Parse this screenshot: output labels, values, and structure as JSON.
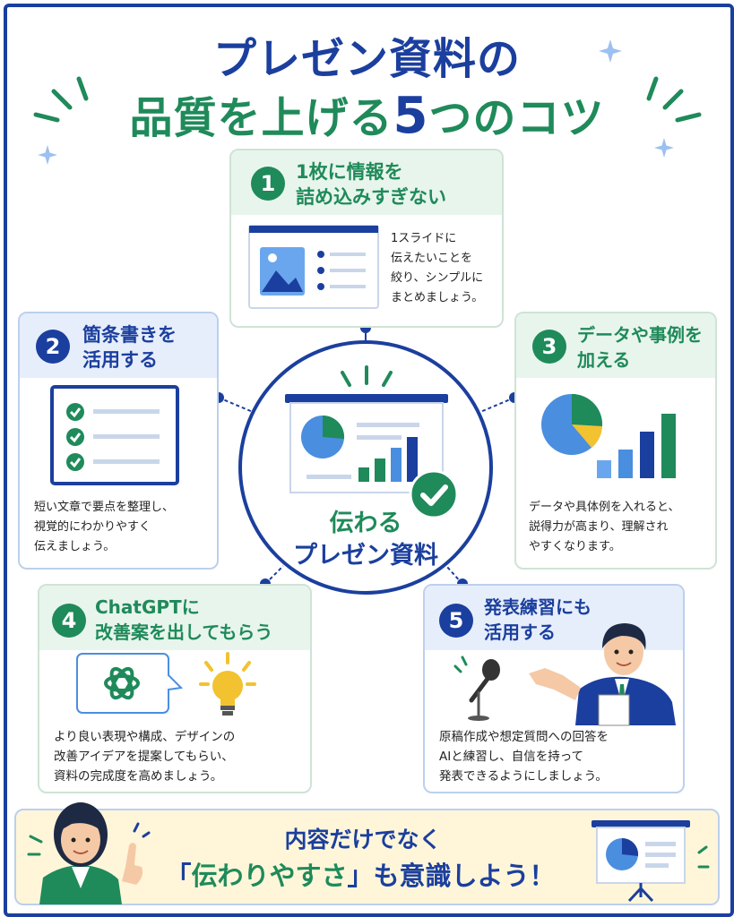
{
  "title": {
    "line1": "プレゼン資料の",
    "line2_a": "品質を上げる",
    "line2_num": "5",
    "line2_b": "つのコツ"
  },
  "center": {
    "line1": "伝わる",
    "line2": "プレゼン資料"
  },
  "tips": [
    {
      "num": "1",
      "title": "1枚に情報を\n詰め込みすぎない",
      "body": "1スライドに\n伝えたいことを\n絞り、シンプルに\nまとめましょう。"
    },
    {
      "num": "2",
      "title": "箇条書きを\n活用する",
      "body": "短い文章で要点を整理し、\n視覚的にわかりやすく\n伝えましょう。"
    },
    {
      "num": "3",
      "title": "データや事例を\n加える",
      "body": "データや具体例を入れると、\n説得力が高まり、理解され\nやすくなります。"
    },
    {
      "num": "4",
      "title": "ChatGPTに\n改善案を出してもらう",
      "body": "より良い表現や構成、デザインの\n改善アイデアを提案してもらい、\n資料の完成度を高めましょう。"
    },
    {
      "num": "5",
      "title": "発表練習にも\n活用する",
      "body": "原稿作成や想定質問への回答を\nAIと練習し、自信を持って\n発表できるようにしましょう。"
    }
  ],
  "bottom": {
    "line1": "内容だけでなく",
    "line2_a": "「",
    "line2_hl": "伝わりやすさ",
    "line2_b": "」も意識しよう！"
  },
  "colors": {
    "navy": "#1b3f9e",
    "green": "#1f8a5a",
    "accent_yellow": "#f2c230",
    "light_blue": "#4a8ee0"
  }
}
